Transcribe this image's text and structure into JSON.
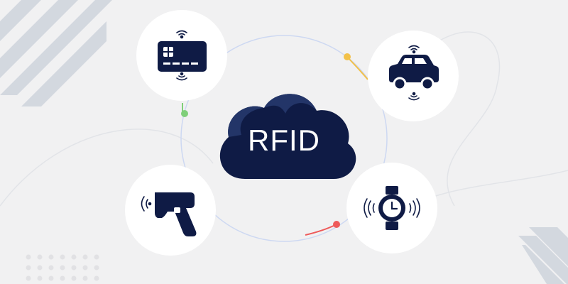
{
  "cloud": {
    "label": "RFID"
  },
  "colors": {
    "background": "#f1f1f2",
    "navy": "#0f1b45",
    "cloud_light": "#233568",
    "ring": "#cdd8f2",
    "accent_green": "#7fcf7a",
    "accent_yellow": "#f2c14a",
    "accent_red": "#ee5a5a",
    "decor_stripes": "#d3d8df",
    "decor_dots": "#e1e1e4"
  },
  "nodes": [
    {
      "name": "card-node",
      "icon": "contactless-card-icon"
    },
    {
      "name": "car-node",
      "icon": "connected-car-icon"
    },
    {
      "name": "scanner-node",
      "icon": "rfid-scanner-gun-icon"
    },
    {
      "name": "watch-node",
      "icon": "smartwatch-icon"
    }
  ]
}
